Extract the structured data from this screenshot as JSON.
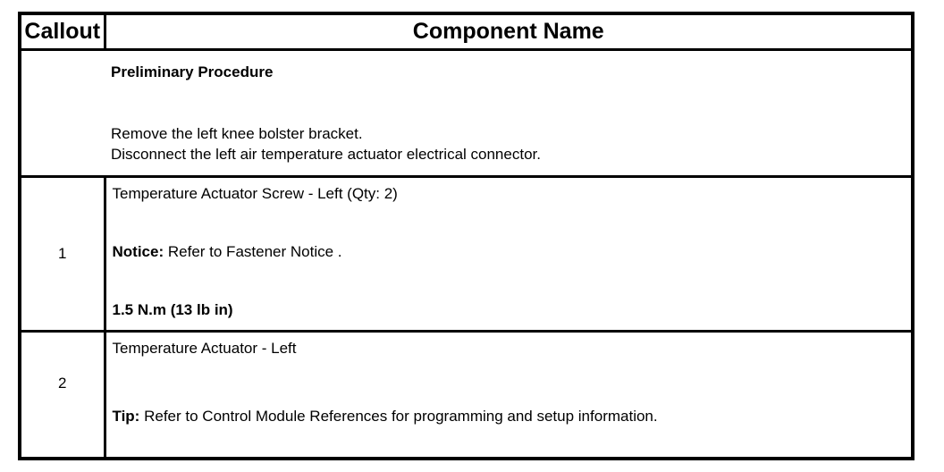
{
  "table": {
    "header": {
      "callout_label": "Callout",
      "component_label": "Component Name"
    },
    "preliminary_row": {
      "title": "Preliminary Procedure",
      "steps": [
        "Remove the left knee bolster bracket.",
        "Disconnect the left air temperature actuator electrical connector."
      ]
    },
    "rows": [
      {
        "callout": "1",
        "component_name": "Temperature Actuator Screw - Left (Qty: 2)",
        "notice_label": "Notice:",
        "notice_text": "Refer to Fastener Notice .",
        "torque_spec": "1.5 N.m (13 lb in)"
      },
      {
        "callout": "2",
        "component_name": "Temperature Actuator - Left",
        "tip_label": "Tip:",
        "tip_text": "Refer to Control Module References for programming and setup information."
      }
    ]
  },
  "colors": {
    "background": "#ffffff",
    "border": "#000000",
    "text": "#000000"
  }
}
